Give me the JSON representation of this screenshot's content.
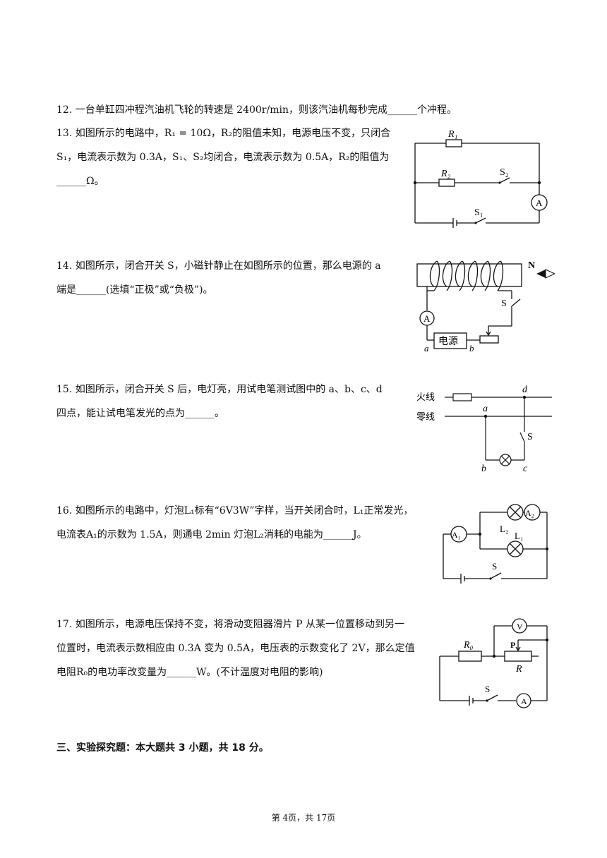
{
  "q12": {
    "l1": "12. 一台单缸四冲程汽油机飞轮的转速是 2400r/min，则该汽油机每秒完成______个冲程。"
  },
  "q13": {
    "l1": "13. 如图所示的电路中，R₁ = 10Ω，R₂的阻值未知，电源电压不变，只闭合",
    "l2": "S₁，电流表示数为 0.3A，S₁、S₂均闭合，电流表示数为 0.5A，R₂的阻值为",
    "l3": "______Ω。",
    "fig": {
      "r1": "R₁",
      "r2": "R₂",
      "s2": "S₂",
      "s1": "S₁",
      "ammeter": "A"
    }
  },
  "q14": {
    "l1": "14. 如图所示，闭合开关 S，小磁针静止在如图所示的位置，那么电源的 a",
    "l2": "端是______(选填“正极”或“负极”)。",
    "fig": {
      "n": "N",
      "s": "S",
      "ammeter": "A",
      "source": "电源",
      "a": "a",
      "b": "b"
    }
  },
  "q15": {
    "l1": "15. 如图所示，闭合开关 S 后，电灯亮，用试电笔测试图中的 a、b、c、d",
    "l2": "四点，能让试电笔发光的点为______。",
    "fig": {
      "live": "火线",
      "neutral": "零线",
      "a": "a",
      "b": "b",
      "c": "c",
      "d": "d",
      "s": "S"
    }
  },
  "q16": {
    "l1": "16. 如图所示的电路中，灯泡L₁标有“6V3W”字样，当开关闭合时，L₁正常发光，",
    "l2": "电流表A₁的示数为 1.5A，则通电 2min 灯泡L₂消耗的电能为______J。",
    "fig": {
      "a1": "A₁",
      "a2": "A₂",
      "l1": "L₁",
      "l2": "L₂",
      "s": "S"
    }
  },
  "q17": {
    "l1": "17. 如图所示，电源电压保持不变，将滑动变阻器滑片 P 从某一位置移动到另一",
    "l2": "位置时，电流表示数相应由 0.3A 变为 0.5A，电压表的示数变化了 2V，那么定值",
    "l3": "电阻R₀的电功率改变量为______W。(不计温度对电阻的影响)",
    "fig": {
      "v": "V",
      "r0": "R₀",
      "p": "P",
      "r": "R",
      "s": "S",
      "a": "A"
    }
  },
  "section3": "三、实验探究题：本大题共 3 小题，共 18 分。",
  "footer": "第 4页，共 17页"
}
